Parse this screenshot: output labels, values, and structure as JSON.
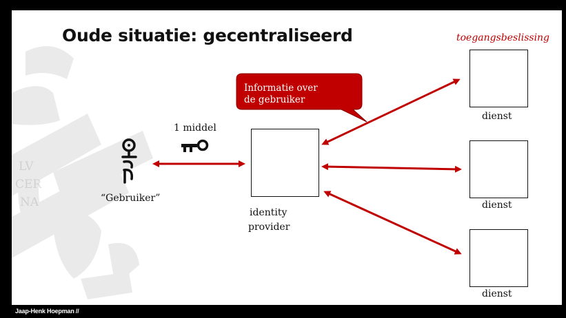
{
  "slide": {
    "title": "Oude situatie: gecentraliseerd",
    "top_right_label": "toegangsbeslissing",
    "footer": "Jaap-Henk Hoepman //"
  },
  "user": {
    "label": "“Gebruiker”"
  },
  "credential": {
    "label": "1 middel"
  },
  "identity_provider": {
    "line1": "identity",
    "line2": "provider"
  },
  "callout": {
    "line1": "Informatie over",
    "line2": "de gebruiker"
  },
  "services": [
    {
      "label": "dienst"
    },
    {
      "label": "dienst"
    },
    {
      "label": "dienst"
    }
  ],
  "colors": {
    "accent_red": "#c00000",
    "callout_fill": "#c00000",
    "text": "#111111",
    "background": "#ffffff",
    "frame": "#000000"
  },
  "icons": {
    "user": "person-glyph-icon",
    "credential": "key-icon",
    "identity_provider": "database-cylinder-icon",
    "background": "university-crest-watermark"
  }
}
